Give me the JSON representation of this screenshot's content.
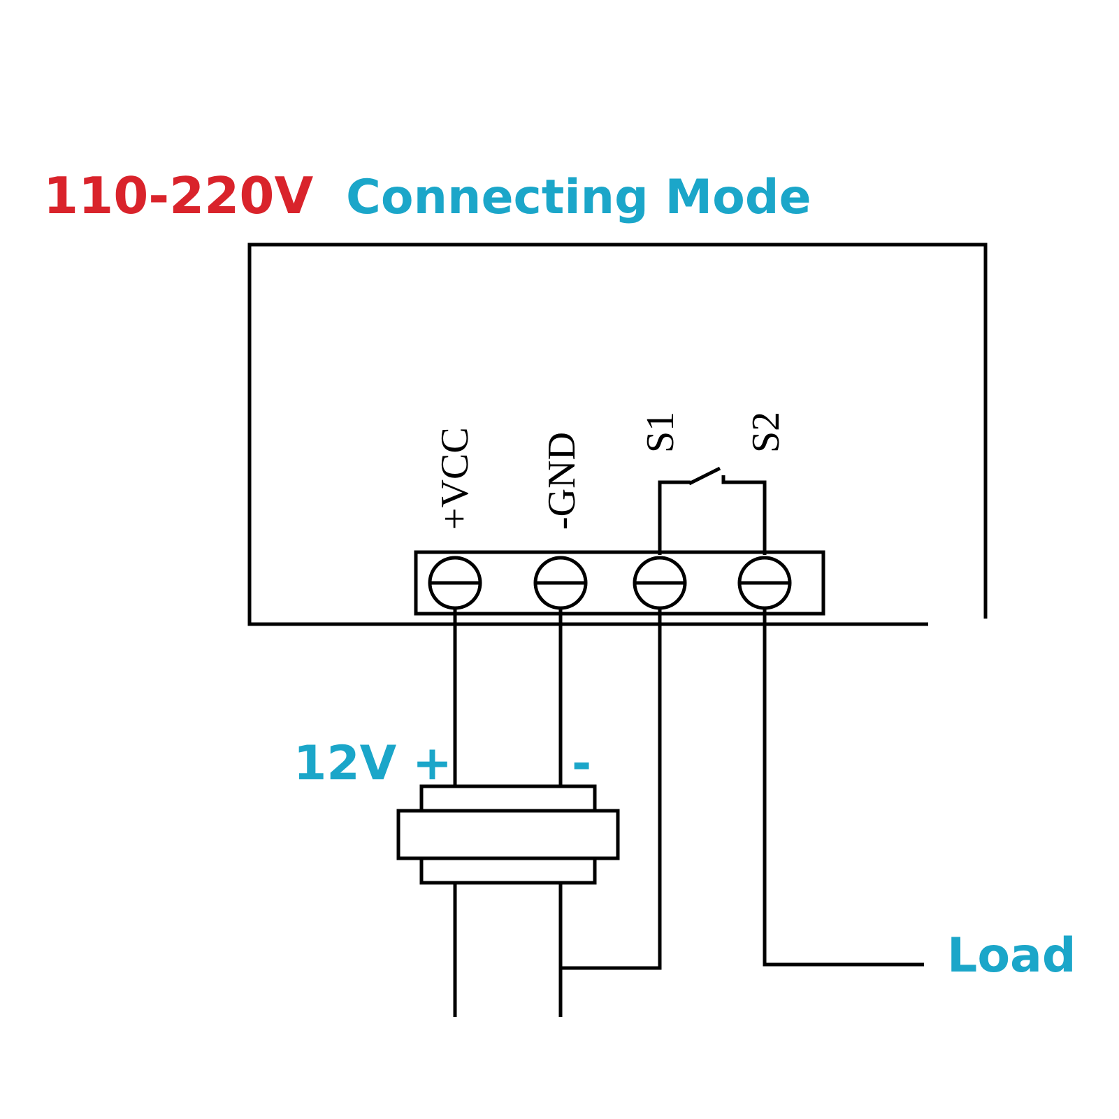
{
  "title": {
    "voltage": "110-220V",
    "mode": "Connecting Mode"
  },
  "terminals": [
    {
      "id": "vcc",
      "label": "+VCC"
    },
    {
      "id": "gnd",
      "label": "-GND"
    },
    {
      "id": "s1",
      "label": "S1"
    },
    {
      "id": "s2",
      "label": "S2"
    }
  ],
  "power_supply": {
    "voltage_label": "12V",
    "plus_label": "+",
    "minus_label": "-"
  },
  "load_label": "Load",
  "colors": {
    "voltage_red": "#d9232b",
    "accent_blue": "#1ba6c9",
    "line_black": "#000000"
  }
}
